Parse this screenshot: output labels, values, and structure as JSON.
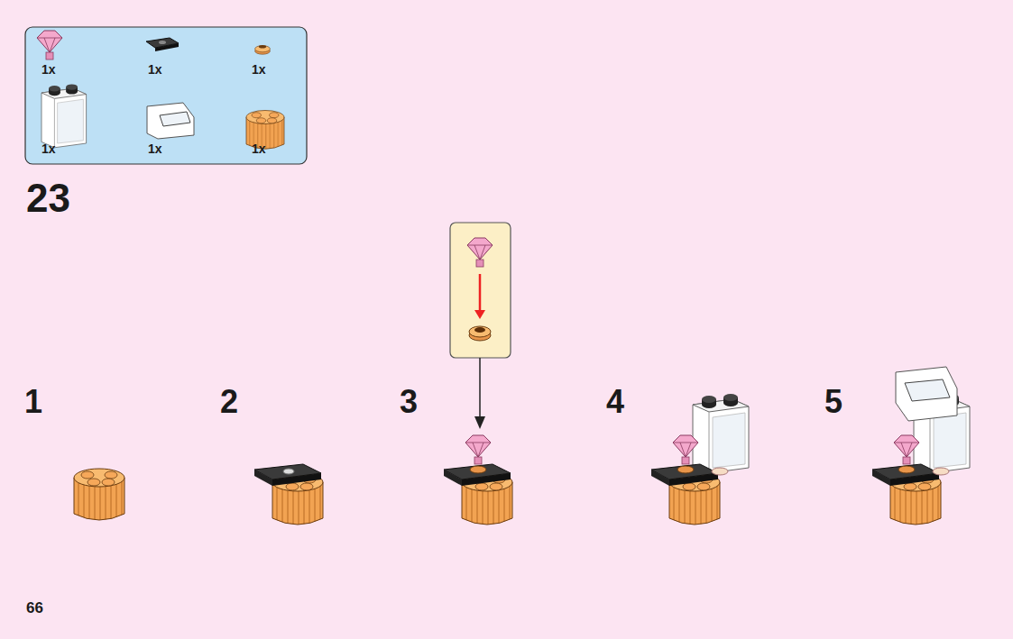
{
  "diagram": {
    "labels": [
      "1x",
      "1x",
      "1x",
      "1x",
      "1x",
      "1x",
      "23",
      "1",
      "2",
      "3",
      "4",
      "5",
      "66"
    ]
  }
}
